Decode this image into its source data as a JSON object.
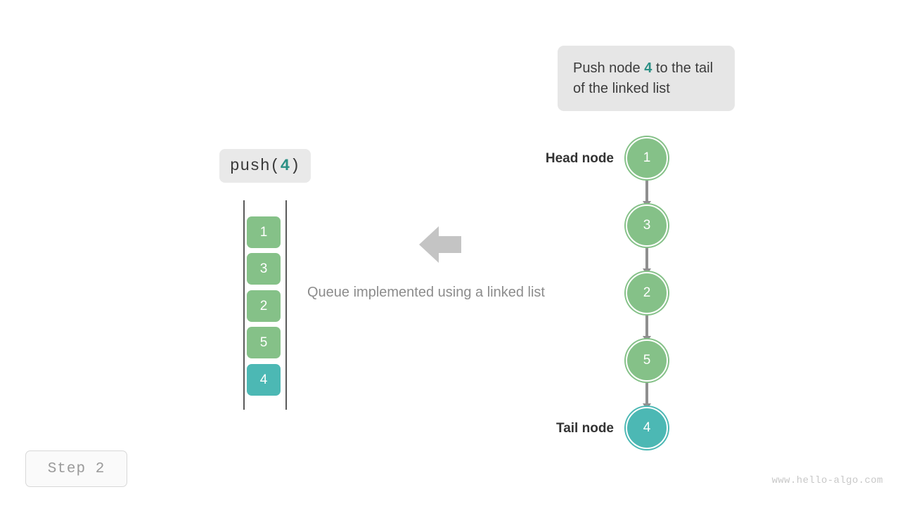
{
  "callout": {
    "name": "push-callout",
    "text_before": "Push node ",
    "accent": "4",
    "text_after": " to the tail of the linked list",
    "bg_color": "#e6e6e6"
  },
  "operation_label": {
    "prefix": "push(",
    "accent": "4",
    "suffix": ")",
    "bg_color": "#e9e9e9"
  },
  "caption": {
    "text": "Queue implemented using a linked list",
    "color": "#8c8c8c"
  },
  "arrow": {
    "name": "left-arrow-icon",
    "direction": "left",
    "color": "#c4c4c4"
  },
  "queue": {
    "title": "queue-array-column",
    "rail_color": "#5a5a5a",
    "items": [
      {
        "value": "1",
        "color": "#85c188",
        "highlight": false
      },
      {
        "value": "3",
        "color": "#85c188",
        "highlight": false
      },
      {
        "value": "2",
        "color": "#85c188",
        "highlight": false
      },
      {
        "value": "5",
        "color": "#85c188",
        "highlight": false
      },
      {
        "value": "4",
        "color": "#4cb8b4",
        "highlight": true
      }
    ]
  },
  "linked_list": {
    "head_label": "Head node",
    "tail_label": "Tail node",
    "connector_color": "#8f8f8f",
    "nodes": [
      {
        "value": "1",
        "color": "#85c188",
        "highlight": false
      },
      {
        "value": "3",
        "color": "#85c188",
        "highlight": false
      },
      {
        "value": "2",
        "color": "#85c188",
        "highlight": false
      },
      {
        "value": "5",
        "color": "#85c188",
        "highlight": false
      },
      {
        "value": "4",
        "color": "#4cb8b4",
        "highlight": true
      }
    ]
  },
  "step_badge": {
    "text": "Step 2"
  },
  "watermark": {
    "text": "www.hello-algo.com"
  }
}
